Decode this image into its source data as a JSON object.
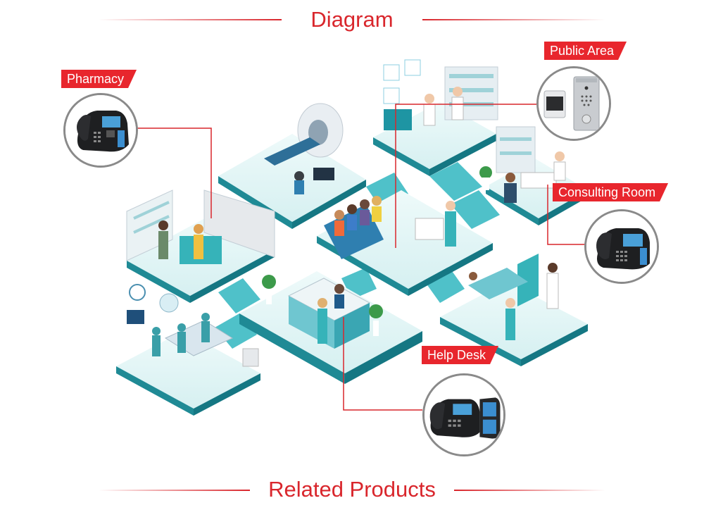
{
  "headings": {
    "top": "Diagram",
    "bottom": "Related Products"
  },
  "colors": {
    "accent": "#e8262d",
    "floor": "#dff4f4",
    "floor_edge": "#1f8a95",
    "line": "#d9262c"
  },
  "callouts": [
    {
      "id": "pharmacy",
      "label": "Pharmacy",
      "device": "ip-desk-phone-icon"
    },
    {
      "id": "public-area",
      "label": "Public Area",
      "device": "door-intercom-icon"
    },
    {
      "id": "consulting-room",
      "label": "Consulting Room",
      "device": "ip-desk-phone-icon"
    },
    {
      "id": "help-desk",
      "label": "Help Desk",
      "device": "ip-desk-phone-expansion-icon"
    }
  ]
}
